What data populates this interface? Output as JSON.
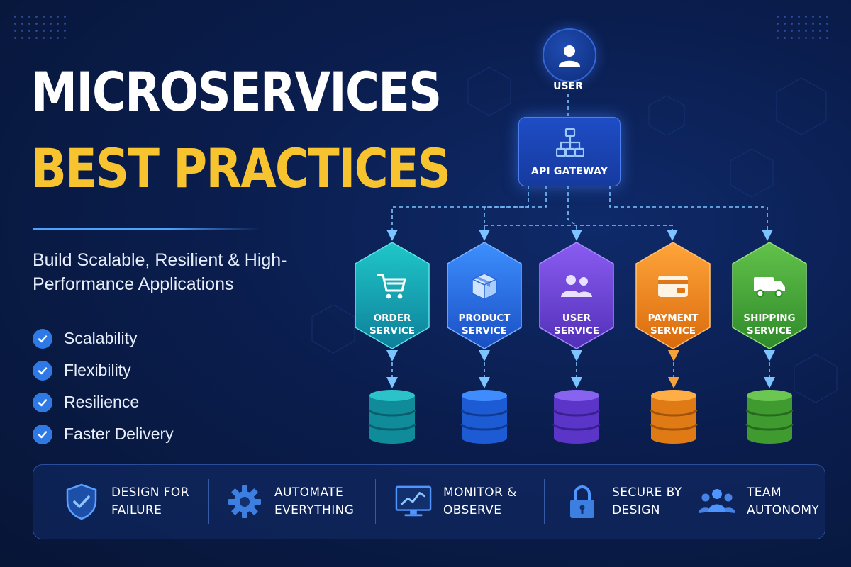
{
  "title": {
    "line1": "MICROSERVICES",
    "line2": "BEST PRACTICES",
    "subtitle": "Build Scalable, Resilient & High-Performance Applications"
  },
  "benefits": [
    {
      "label": "Scalability",
      "icon": "check-icon"
    },
    {
      "label": "Flexibility",
      "icon": "check-icon"
    },
    {
      "label": "Resilience",
      "icon": "check-icon"
    },
    {
      "label": "Faster Delivery",
      "icon": "check-icon"
    }
  ],
  "diagram": {
    "user": {
      "label": "USER",
      "icon": "user-icon"
    },
    "gateway": {
      "label": "API GATEWAY",
      "icon": "network-icon"
    },
    "services": [
      {
        "line1": "ORDER",
        "line2": "SERVICE",
        "icon": "cart-icon",
        "color": "#16a6b0"
      },
      {
        "line1": "PRODUCT",
        "line2": "SERVICE",
        "icon": "box-icon",
        "color": "#2d7ff0"
      },
      {
        "line1": "USER",
        "line2": "SERVICE",
        "icon": "users-icon",
        "color": "#7447e6"
      },
      {
        "line1": "PAYMENT",
        "line2": "SERVICE",
        "icon": "card-icon",
        "color": "#f08a1e"
      },
      {
        "line1": "SHIPPING",
        "line2": "SERVICE",
        "icon": "truck-icon",
        "color": "#4caf3c"
      }
    ]
  },
  "practices": [
    {
      "line1": "DESIGN FOR",
      "line2": "FAILURE",
      "icon": "shield-check-icon"
    },
    {
      "line1": "AUTOMATE",
      "line2": "EVERYTHING",
      "icon": "gear-icon"
    },
    {
      "line1": "MONITOR &",
      "line2": "OBSERVE",
      "icon": "monitor-chart-icon"
    },
    {
      "line1": "SECURE BY",
      "line2": "DESIGN",
      "icon": "lock-icon"
    },
    {
      "line1": "TEAM",
      "line2": "AUTONOMY",
      "icon": "team-icon"
    }
  ],
  "colors": {
    "background": "#0a1d4d",
    "accent_blue": "#2f79e6",
    "title_yellow": "#f7c32e"
  }
}
